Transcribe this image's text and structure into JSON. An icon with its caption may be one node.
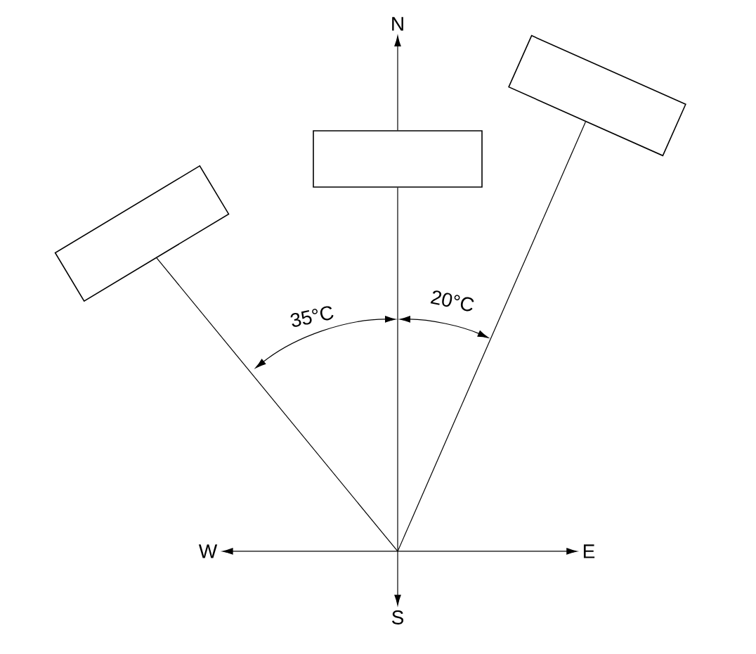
{
  "diagram": {
    "nodes": [
      {
        "text": [
          "N"
        ]
      },
      {
        "text": [
          "W"
        ]
      },
      {
        "text": [
          "E"
        ]
      },
      {
        "text": [
          "S"
        ]
      },
      {
        "text": [],
        "shape": "box"
      },
      {
        "text": [],
        "shape": "box"
      },
      {
        "text": [],
        "shape": "box"
      }
    ],
    "edges": [
      {
        "from": 5,
        "to": 0,
        "arrow": "to"
      },
      {
        "from": null,
        "to": 1,
        "arrow": "to"
      },
      {
        "from": null,
        "to": 2,
        "arrow": "to"
      },
      {
        "from": null,
        "to": 3,
        "arrow": "to"
      },
      {
        "from": null,
        "to": 4,
        "arrow": "none"
      },
      {
        "from": null,
        "to": 5,
        "arrow": "none"
      },
      {
        "from": null,
        "to": 6,
        "arrow": "none"
      }
    ],
    "labels": [
      "35°C",
      "20°C"
    ]
  }
}
